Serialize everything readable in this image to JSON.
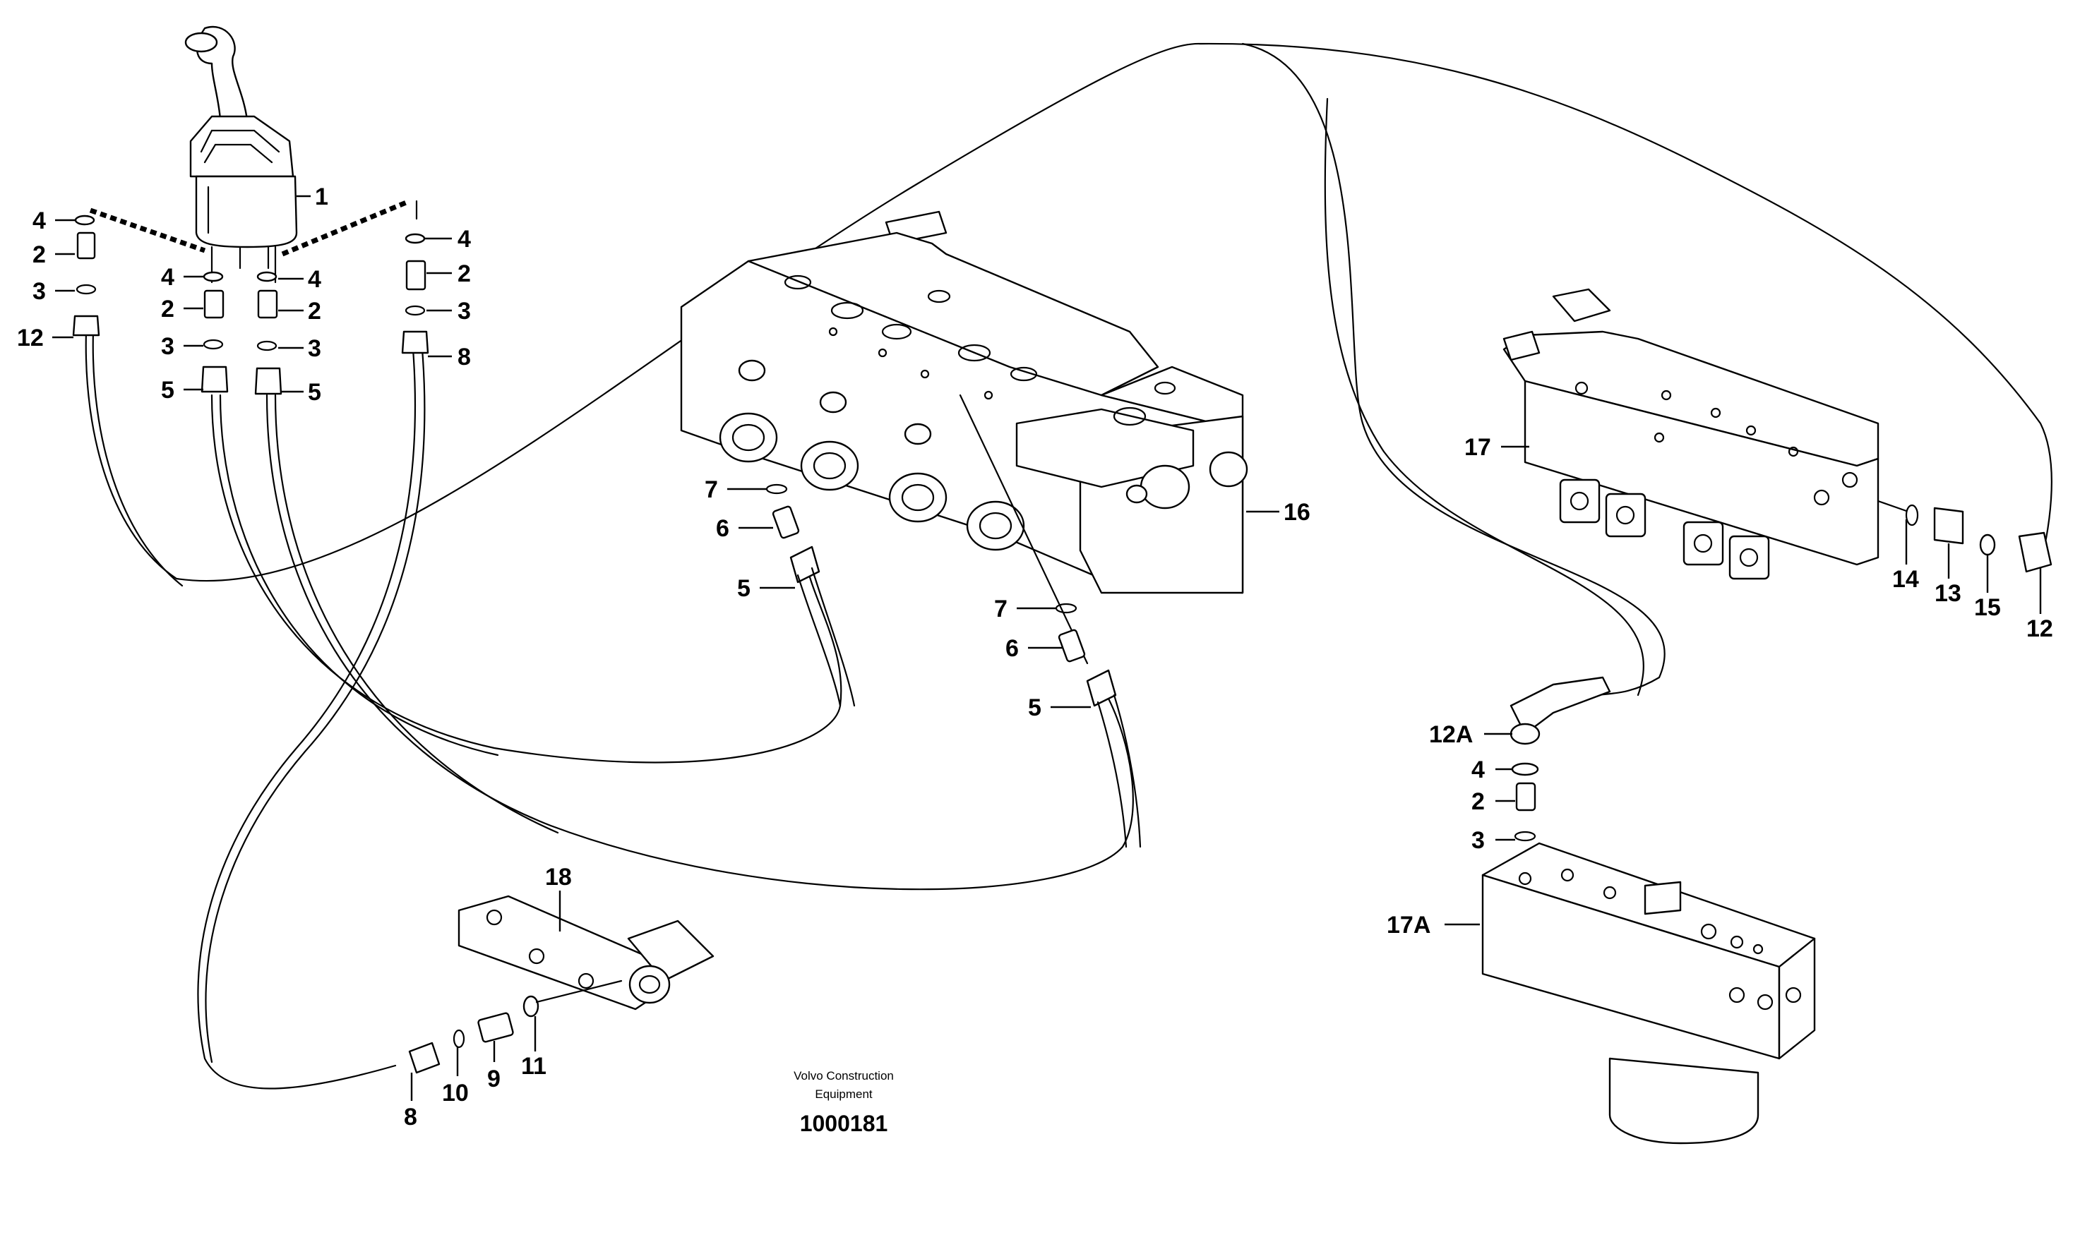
{
  "callouts": [
    {
      "id": "c1",
      "text": "1"
    },
    {
      "id": "c4a",
      "text": "4"
    },
    {
      "id": "c2a",
      "text": "2"
    },
    {
      "id": "c3a",
      "text": "3"
    },
    {
      "id": "c12a",
      "text": "12"
    },
    {
      "id": "c4b",
      "text": "4"
    },
    {
      "id": "c2b",
      "text": "2"
    },
    {
      "id": "c3b",
      "text": "3"
    },
    {
      "id": "c5a",
      "text": "5"
    },
    {
      "id": "c4c",
      "text": "4"
    },
    {
      "id": "c2c",
      "text": "2"
    },
    {
      "id": "c3c",
      "text": "3"
    },
    {
      "id": "c5b",
      "text": "5"
    },
    {
      "id": "c4d",
      "text": "4"
    },
    {
      "id": "c2d",
      "text": "2"
    },
    {
      "id": "c3d",
      "text": "3"
    },
    {
      "id": "c8a",
      "text": "8"
    },
    {
      "id": "c7a",
      "text": "7"
    },
    {
      "id": "c6a",
      "text": "6"
    },
    {
      "id": "c5c",
      "text": "5"
    },
    {
      "id": "c7b",
      "text": "7"
    },
    {
      "id": "c6b",
      "text": "6"
    },
    {
      "id": "c5d",
      "text": "5"
    },
    {
      "id": "c16",
      "text": "16"
    },
    {
      "id": "c17",
      "text": "17"
    },
    {
      "id": "c14",
      "text": "14"
    },
    {
      "id": "c13",
      "text": "13"
    },
    {
      "id": "c15",
      "text": "15"
    },
    {
      "id": "c12b",
      "text": "12"
    },
    {
      "id": "c12A",
      "text": "12A"
    },
    {
      "id": "c4e",
      "text": "4"
    },
    {
      "id": "c2e",
      "text": "2"
    },
    {
      "id": "c3e",
      "text": "3"
    },
    {
      "id": "c17A",
      "text": "17A"
    },
    {
      "id": "c18",
      "text": "18"
    },
    {
      "id": "c8b",
      "text": "8"
    },
    {
      "id": "c10",
      "text": "10"
    },
    {
      "id": "c9",
      "text": "9"
    },
    {
      "id": "c11",
      "text": "11"
    }
  ],
  "footer": {
    "line1": "Volvo Construction",
    "line2": "Equipment",
    "drawing_number": "1000181"
  }
}
